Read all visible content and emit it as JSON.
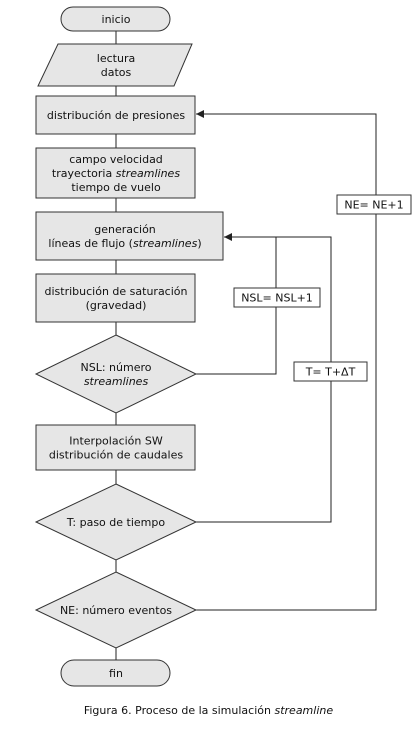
{
  "nodes": {
    "start": {
      "lines": [
        [
          "inicio"
        ]
      ]
    },
    "read": {
      "lines": [
        [
          "lectura"
        ],
        [
          "datos"
        ]
      ]
    },
    "pressure": {
      "lines": [
        [
          "distribución de presiones"
        ]
      ]
    },
    "velocity": {
      "lines": [
        [
          "campo velocidad"
        ],
        [
          "trayectoria ",
          {
            "i": "streamlines"
          }
        ],
        [
          "tiempo de vuelo"
        ]
      ]
    },
    "generation": {
      "lines": [
        [
          "generación"
        ],
        [
          "líneas de flujo (",
          {
            "i": "streamlines"
          },
          ")"
        ]
      ]
    },
    "saturation": {
      "lines": [
        [
          "distribución de saturación"
        ],
        [
          "(gravedad)"
        ]
      ]
    },
    "nsl": {
      "lines": [
        [
          "NSL:  número"
        ],
        [
          {
            "i": "streamlines"
          }
        ]
      ]
    },
    "interp": {
      "lines": [
        [
          "Interpolación SW"
        ],
        [
          "distribución de caudales"
        ]
      ]
    },
    "timestep": {
      "lines": [
        [
          "T:  paso de tiempo"
        ]
      ]
    },
    "events": {
      "lines": [
        [
          "NE:  número  eventos"
        ]
      ]
    },
    "end": {
      "lines": [
        [
          "fin"
        ]
      ]
    }
  },
  "loop_labels": {
    "ne": "NE= NE+1",
    "nsl": "NSL= NSL+1",
    "t": "T= T+ΔT"
  },
  "caption": {
    "text": "Figura 6. Proceso de la simulación ",
    "italic": "streamline"
  }
}
